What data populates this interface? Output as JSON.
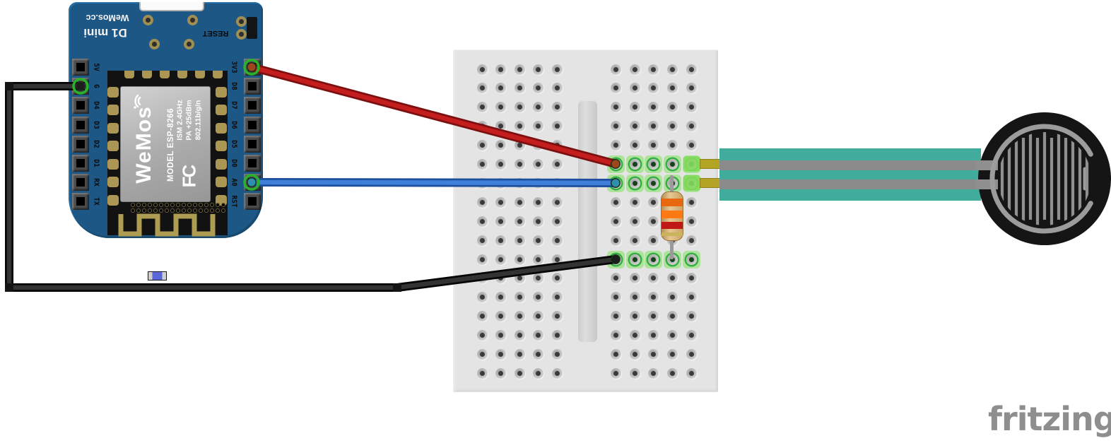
{
  "scene": {
    "description": "Fritzing breadboard wiring diagram: WeMos D1 mini reading a force sensitive resistor",
    "watermark": "fritzing"
  },
  "wemos_board": {
    "name": "WeMos D1 mini",
    "silk_brand": "WeMos.cc",
    "silk_model": "D1 mini",
    "reset_button_label": "RESET",
    "left_pins": [
      "5V",
      "G",
      "D4",
      "D3",
      "D2",
      "D1",
      "RX",
      "TX"
    ],
    "right_pins": [
      "3V3",
      "D8",
      "D7",
      "D6",
      "D5",
      "D0",
      "A0",
      "RST"
    ],
    "shield_logo": "WeMos",
    "shield_model": "MODEL ESP-8266",
    "shield_specs": [
      "ISM 2.4GHz",
      "PA +25dBm",
      "802.11b/g/n"
    ],
    "shield_fcc": "FC",
    "board_color": "#1d5786"
  },
  "breadboard": {
    "rows": 17,
    "columns_per_bank": 5,
    "highlighted_rows_right_bank": [
      6,
      7,
      11
    ]
  },
  "wires": [
    {
      "id": "power",
      "color_name": "red",
      "from_pin": "3V3",
      "to": "breadboard right bank row 6",
      "core": "#c41d1d",
      "outline": "#7c0f0f",
      "cap": "#a0461c"
    },
    {
      "id": "signal",
      "color_name": "blue",
      "from_pin": "A0",
      "to": "breadboard right bank row 7",
      "core": "#3f7fd9",
      "outline": "#1c4f9c",
      "cap": "#2f8fae"
    },
    {
      "id": "ground",
      "color_name": "black",
      "from_pin": "G",
      "to": "breadboard right bank row 11",
      "core": "#333333",
      "outline": "#060606",
      "cap": "#1d1d1d"
    }
  ],
  "resistor": {
    "name": "resistor 3.3k ohm",
    "bands": [
      "orange",
      "orange",
      "red",
      "gold"
    ],
    "band_colors": [
      "#e8680f",
      "#ff7912",
      "#c01717",
      "#c9b35b"
    ],
    "body_color": "#dcba84"
  },
  "fsr": {
    "name": "force sensitive resistor",
    "ribbon_color": "#3fac9c",
    "trace_color": "#8f8f8f",
    "lead_color": "#b3a425",
    "disc_color": "#151515"
  }
}
